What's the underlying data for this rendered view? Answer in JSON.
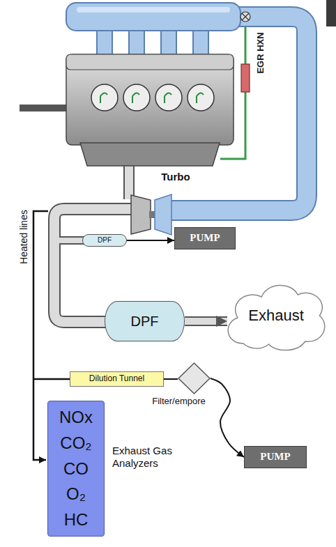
{
  "diagram": {
    "nodes": [
      {
        "text": [
          "DPF"
        ]
      },
      {
        "text": [
          "PUMP"
        ]
      },
      {
        "text": [
          "DPF"
        ]
      },
      {
        "text": [
          "Exhaust"
        ]
      },
      {
        "text": [
          "Dilution Tunnel"
        ]
      },
      {
        "text": [
          "Filter/empore"
        ]
      },
      {
        "text": [
          "PUMP"
        ]
      },
      {
        "text": [
          "NOx",
          "CO₂",
          "CO",
          "O₂",
          "HC",
          "Exhaust Gas Analyzers"
        ]
      }
    ],
    "edges": [
      {
        "from": 0,
        "to": 1,
        "arrow": "to"
      },
      {
        "from": 2,
        "to": 3,
        "arrow": "to"
      },
      {
        "from": 4,
        "to": 5,
        "arrow": "none"
      },
      {
        "from": 5,
        "to": 6,
        "arrow": "to"
      }
    ],
    "labels": [
      "EGR HXN",
      "Turbo",
      "Heated lines"
    ]
  }
}
